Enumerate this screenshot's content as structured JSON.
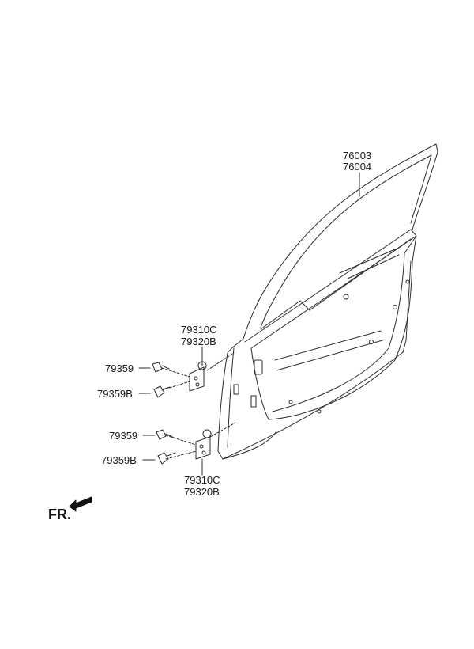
{
  "door_shell": {
    "part_numbers": [
      "76003",
      "76004"
    ]
  },
  "upper_hinge": {
    "part_numbers": [
      "79310C",
      "79320B"
    ],
    "bolts": [
      "79359",
      "79359B"
    ]
  },
  "lower_hinge": {
    "part_numbers": [
      "79310C",
      "79320B"
    ],
    "bolts": [
      "79359",
      "79359B"
    ]
  },
  "direction": {
    "label": "FR."
  },
  "colors": {
    "line": "#2b2b2b",
    "background": "#ffffff"
  }
}
